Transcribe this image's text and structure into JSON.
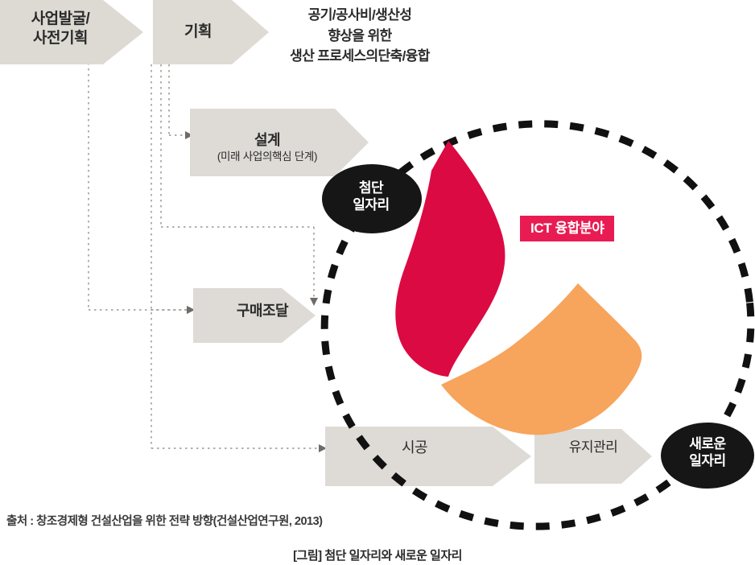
{
  "figure": {
    "caption": "[그림] 첨단 일자리와 새로운 일자리",
    "source_note": "출처 : 창조경제형 건설산업을 위한 전략 방향(건설산업연구원, 2013)"
  },
  "goal": {
    "text": "공기/공사비/생산성\n향상을 위한\n생산 프로세스의단축/융합"
  },
  "stages": {
    "discovery": {
      "label": "사업발굴/\n사전기획"
    },
    "planning": {
      "label": "기획"
    },
    "design": {
      "main": "설계",
      "sub": "(미래 사업의핵심 단계)"
    },
    "procurement": {
      "label": "구매조달"
    },
    "construction": {
      "label": "시공"
    },
    "maintenance": {
      "label": "유지관리"
    }
  },
  "bubbles": {
    "advanced_jobs": {
      "label": "첨단\n일자리"
    },
    "new_jobs": {
      "label": "새로운\n일자리"
    }
  },
  "badge": {
    "ict": "ICT 융합분야"
  },
  "colors": {
    "stage_fill": "#e0ddd8",
    "red_shape": "#dc0a42",
    "orange_shape": "#f7a45c",
    "badge_bg": "#e81c52",
    "bubble_fill": "#1a1a1a",
    "connector": "#a8a5a0",
    "dashed_ellipse": "#111111"
  }
}
